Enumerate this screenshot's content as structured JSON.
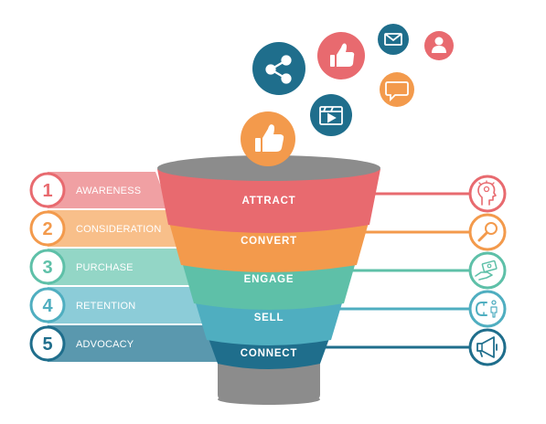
{
  "stages": [
    {
      "number": "1",
      "label": "AWARENESS",
      "funnel_label": "ATTRACT",
      "color": "#E86A6F",
      "band_color": "#F0A0A3",
      "icon": "lightbulb-head-icon"
    },
    {
      "number": "2",
      "label": "CONSIDERATION",
      "funnel_label": "CONVERT",
      "color": "#F39A4C",
      "band_color": "#F8BF8A",
      "icon": "magnifier-icon"
    },
    {
      "number": "3",
      "label": "PURCHASE",
      "funnel_label": "ENGAGE",
      "color": "#5EC0A8",
      "band_color": "#93D6C6",
      "icon": "money-hand-icon"
    },
    {
      "number": "4",
      "label": "RETENTION",
      "funnel_label": "SELL",
      "color": "#4FAEC0",
      "band_color": "#8CCCD8",
      "icon": "magnet-person-icon"
    },
    {
      "number": "5",
      "label": "ADVOCACY",
      "funnel_label": "CONNECT",
      "color": "#1F6E8C",
      "band_color": "#5A98AE",
      "icon": "megaphone-icon"
    }
  ],
  "bubbles": [
    {
      "icon": "share-icon",
      "color": "#1F6E8C"
    },
    {
      "icon": "thumbs-up-icon",
      "color": "#E86A6F"
    },
    {
      "icon": "email-icon",
      "color": "#1F6E8C"
    },
    {
      "icon": "user-icon",
      "color": "#E86A6F"
    },
    {
      "icon": "chat-bubble-icon",
      "color": "#F39A4C"
    },
    {
      "icon": "video-icon",
      "color": "#1F6E8C"
    },
    {
      "icon": "thumbs-up-icon",
      "color": "#F39A4C"
    }
  ],
  "colors": {
    "funnel_top": "#8C8C8C",
    "funnel_stem": "#8C8C8C",
    "circle_fill": "#ffffff"
  }
}
